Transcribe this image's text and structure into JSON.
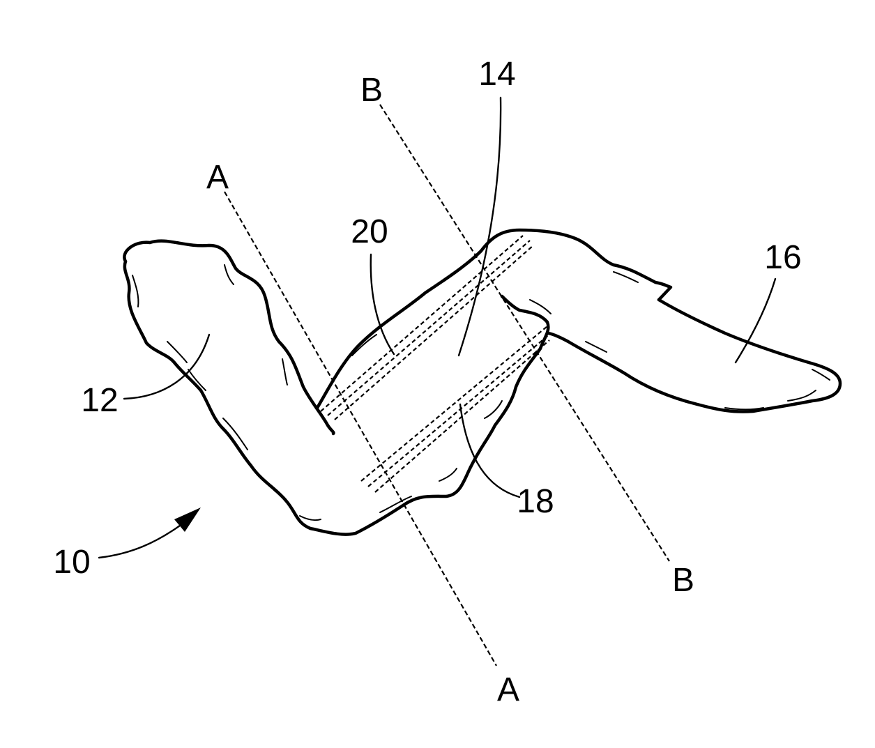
{
  "figure": {
    "labels": {
      "assembly": "10",
      "drumette": "12",
      "flat": "14",
      "tip": "16",
      "bone_a": "18",
      "bone_b": "20"
    },
    "section_lines": {
      "a_top": "A",
      "a_bottom": "A",
      "b_top": "B",
      "b_bottom": "B"
    }
  }
}
